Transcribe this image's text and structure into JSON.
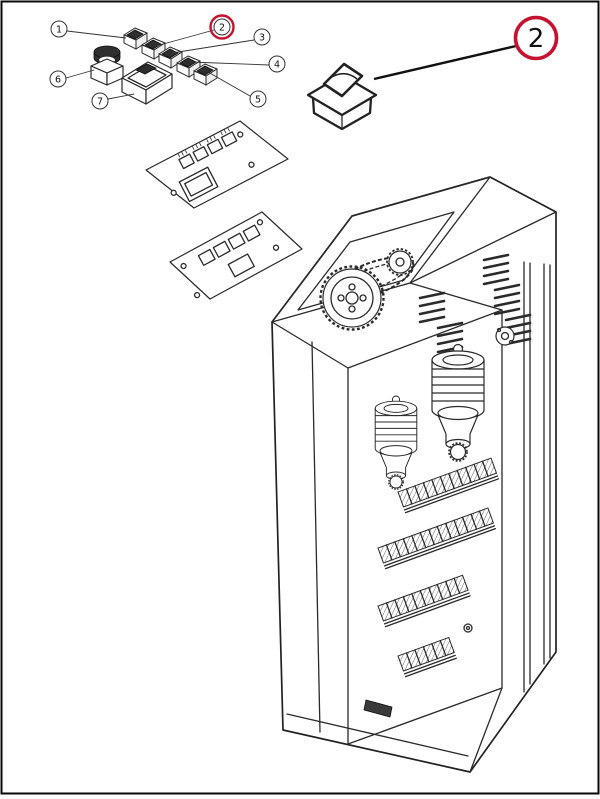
{
  "diagram": {
    "type": "exploded-parts-diagram",
    "highlight_color": "#c41230",
    "line_color": "#2a2a2a",
    "callouts": {
      "c1": "1",
      "c2": "2",
      "c3": "3",
      "c4": "4",
      "c5": "5",
      "c6": "6",
      "c7": "7",
      "main": "2"
    }
  }
}
